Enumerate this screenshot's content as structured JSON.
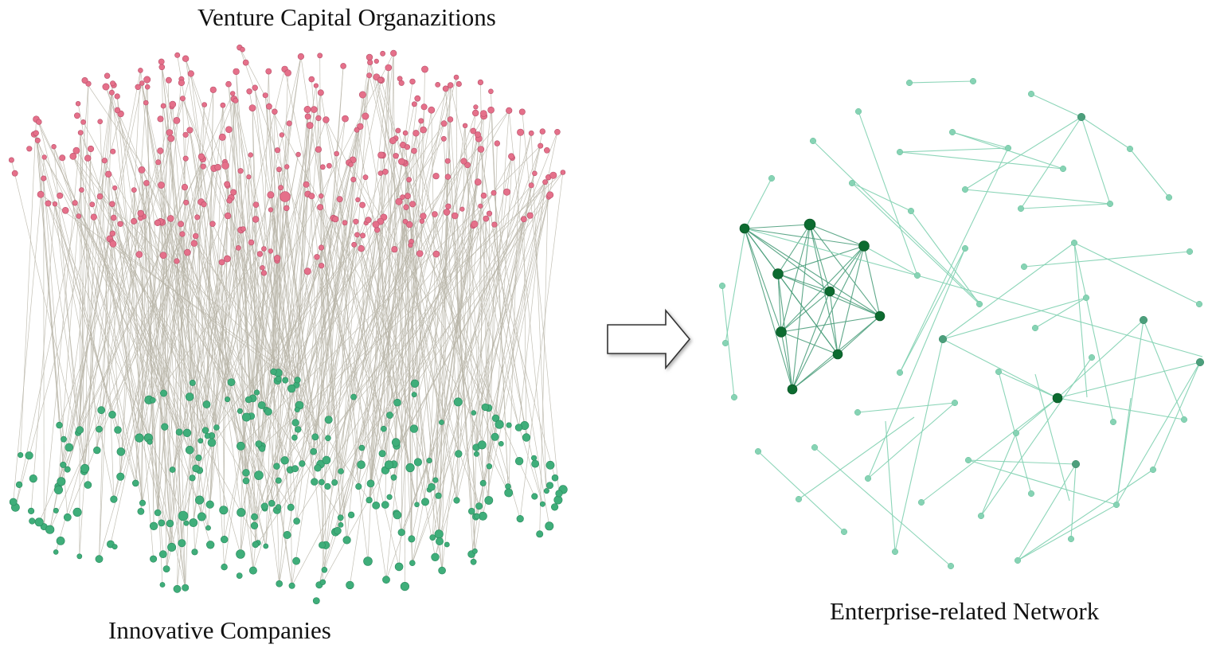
{
  "labels": {
    "vc_title": "Venture Capital Organazitions",
    "ic_title": "Innovative Companies",
    "enterprise_title": "Enterprise-related Network"
  },
  "colors": {
    "vc_node": "#e5708a",
    "vc_stroke": "#b8506a",
    "ic_node": "#3fae7a",
    "ic_stroke": "#2a8a5e",
    "bipartite_edge": "#b9b5a8",
    "enterprise_light": "#86d3b4",
    "enterprise_mid": "#4c9f7c",
    "enterprise_dark": "#0c6b30",
    "arrow_stroke": "#333333"
  },
  "icons": {
    "transform": "right-arrow-icon"
  }
}
